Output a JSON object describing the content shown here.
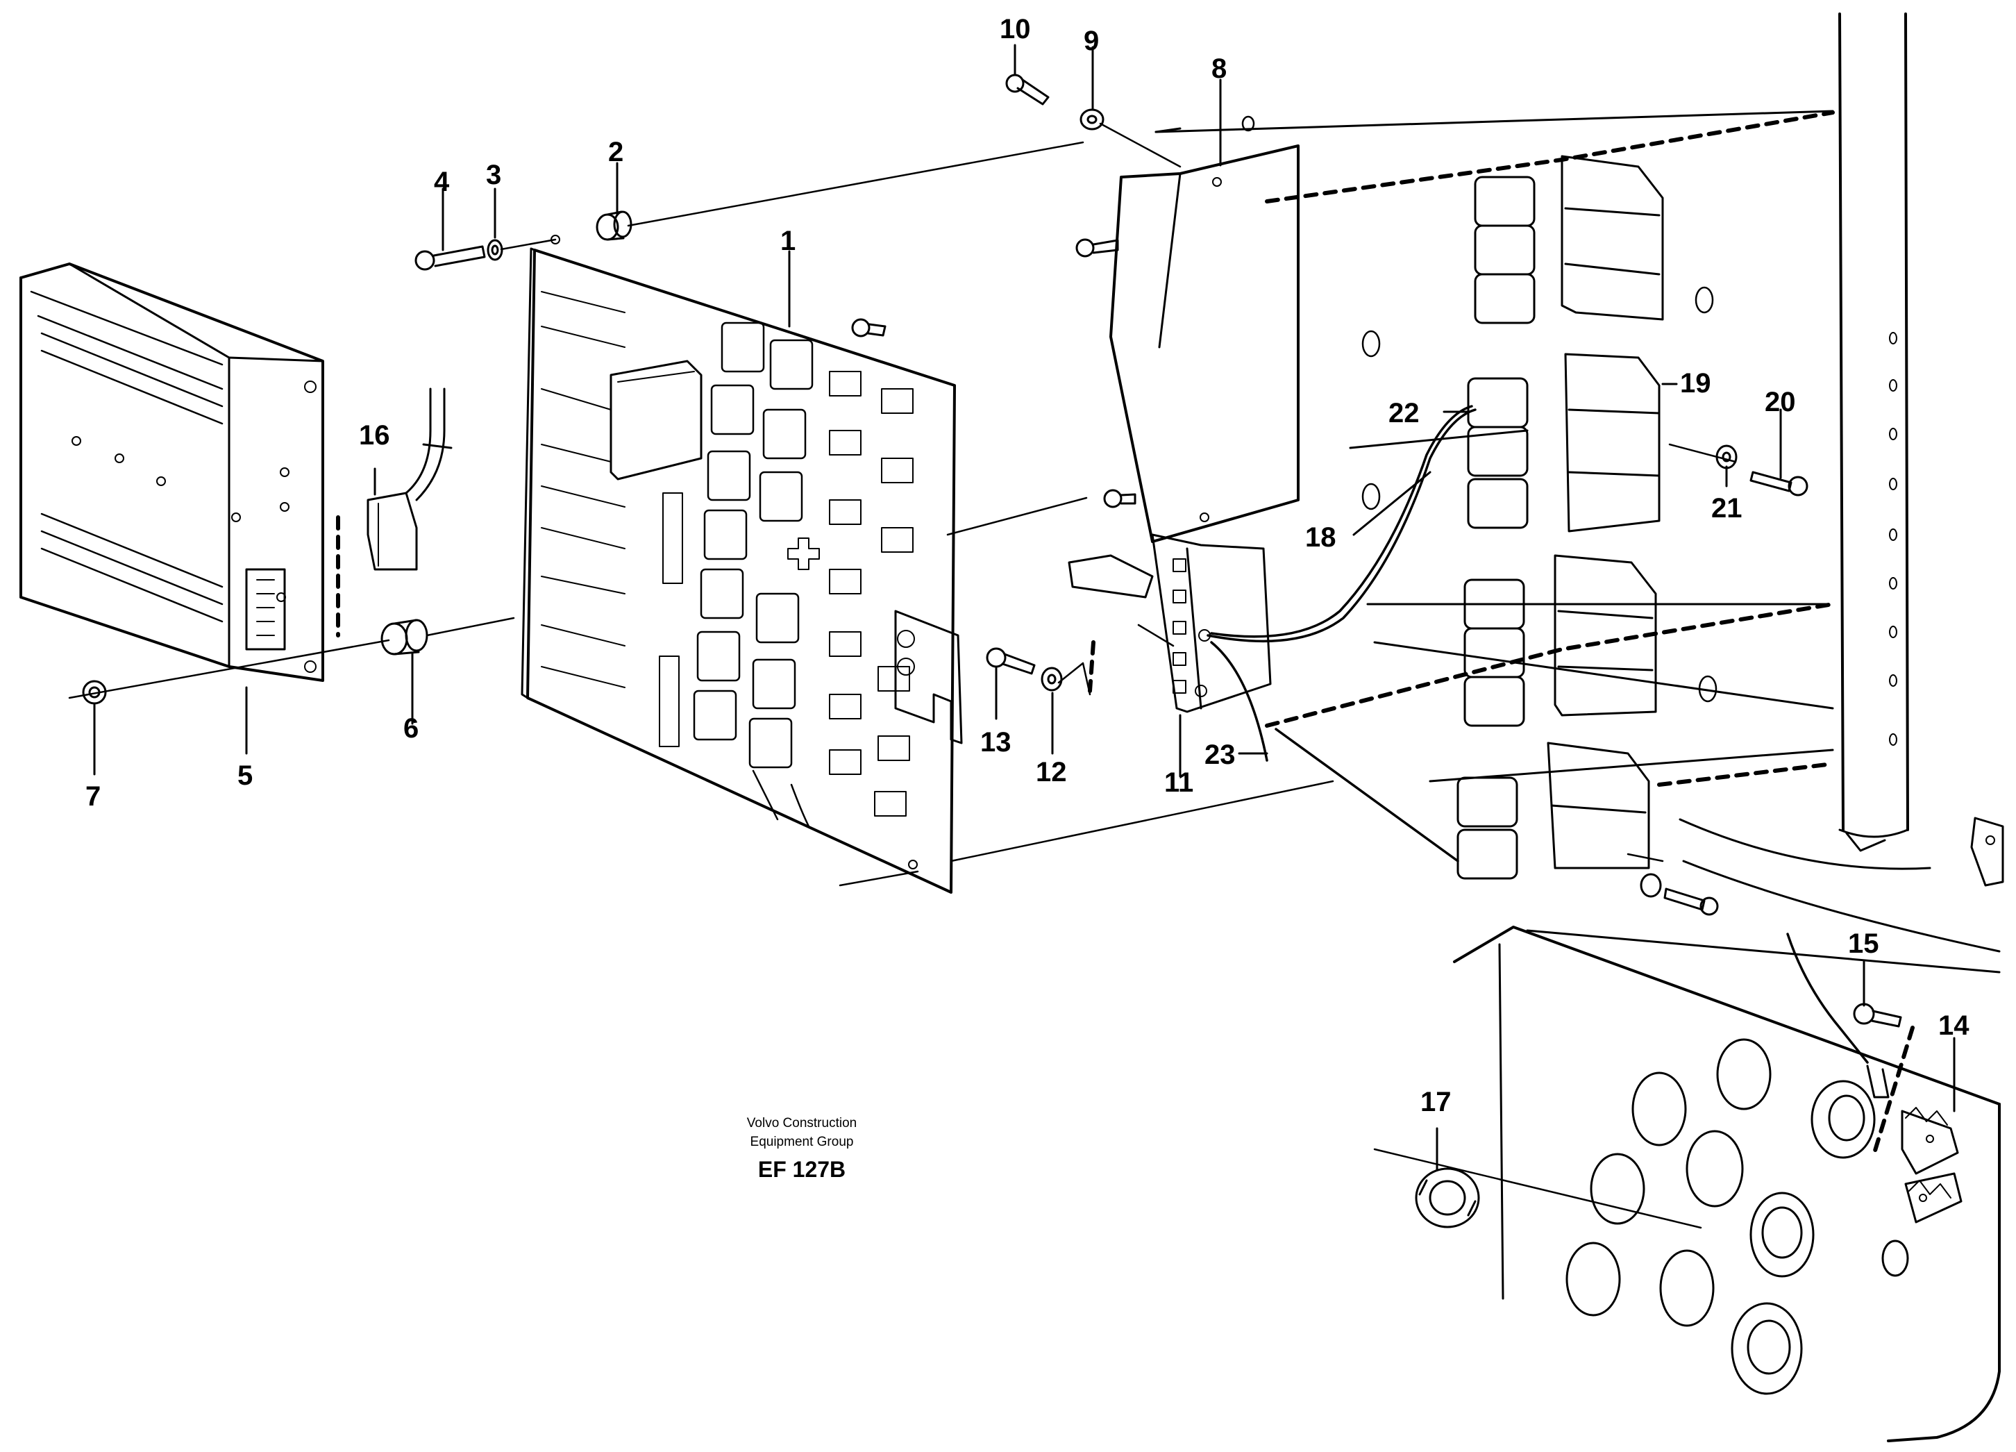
{
  "callouts": {
    "c1": "1",
    "c2": "2",
    "c3": "3",
    "c4": "4",
    "c5": "5",
    "c6": "6",
    "c7": "7",
    "c8": "8",
    "c9": "9",
    "c10": "10",
    "c11": "11",
    "c12": "12",
    "c13": "13",
    "c14": "14",
    "c15": "15",
    "c16": "16",
    "c17": "17",
    "c18": "18",
    "c19": "19",
    "c20": "20",
    "c21": "21",
    "c22": "22",
    "c23": "23"
  },
  "credit": {
    "line1": "Volvo Construction",
    "line2": "Equipment Group",
    "figure_id": "EF 127B"
  },
  "colors": {
    "ink": "#000000",
    "paper": "#ffffff"
  }
}
